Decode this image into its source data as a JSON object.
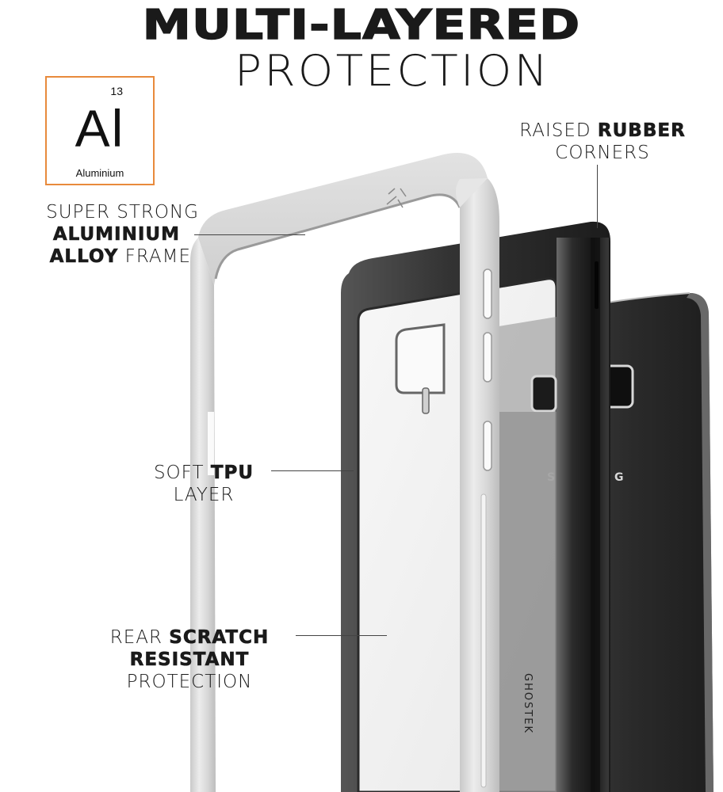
{
  "header": {
    "title_line_1": "MULTI-LAYERED",
    "title_line_2": "PROTECTION"
  },
  "element_tile": {
    "atomic_number": "13",
    "symbol": "Al",
    "name": "Aluminium",
    "border_color": "#e88a3c"
  },
  "callouts": {
    "frame": {
      "line_1": "SUPER STRONG",
      "line_2_bold": "ALUMINIUM",
      "line_3_bold": "ALLOY",
      "line_3_light": "FRAME"
    },
    "corners": {
      "line_1_light": "RAISED",
      "line_1_bold": "RUBBER",
      "line_2": "CORNERS"
    },
    "tpu": {
      "line_1_light": "SOFT",
      "line_1_bold": "TPU",
      "line_2": "LAYER"
    },
    "rear": {
      "line_1_light": "REAR",
      "line_1_bold": "SCRATCH",
      "line_2_bold": "RESISTANT",
      "line_3": "PROTECTION"
    }
  },
  "product": {
    "phone_brand_partial_left": "S",
    "phone_brand_partial_right": "G",
    "case_brand_vertical": "GHOSTEK"
  },
  "colors": {
    "frame_silver": "#d9d9d9",
    "tpu_dark": "#3a3a3a",
    "phone_back": "#2e2e2e",
    "clear_back": "#f2f2f2",
    "text": "#1a1a1a"
  }
}
